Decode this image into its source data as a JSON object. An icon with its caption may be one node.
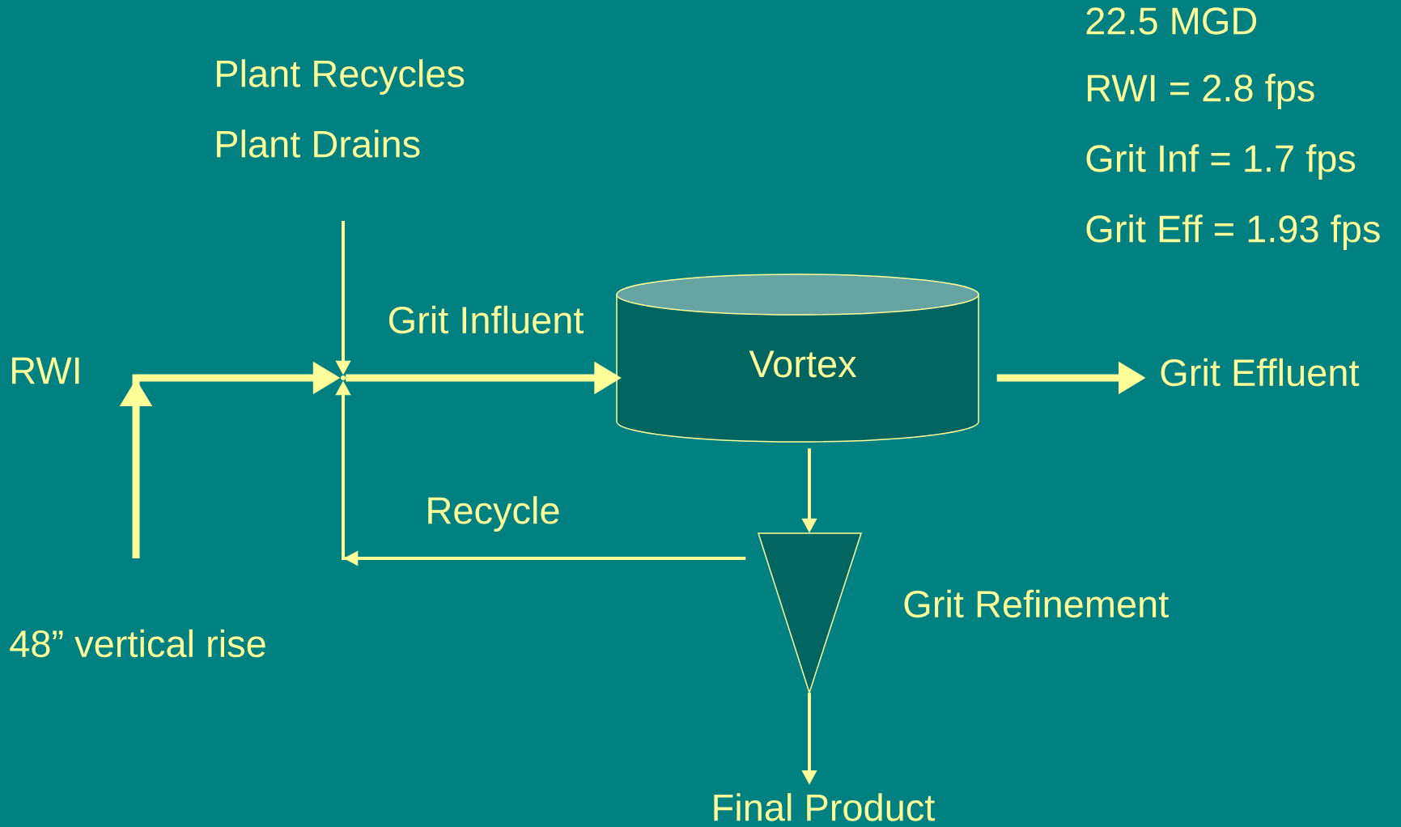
{
  "diagram": {
    "nodes": [
      {
        "text": [
          "Plant Recycles",
          "Plant Drains"
        ]
      },
      {
        "text": [],
        "shape": "point"
      },
      {
        "text": [
          "Vortex"
        ]
      },
      {
        "text": [
          "Grit Effluent"
        ]
      },
      {
        "text": [],
        "shape": "triangle",
        "beside": [
          "Grit Refinement"
        ]
      },
      {
        "text": [
          "Final Product"
        ]
      }
    ],
    "edges": [
      {
        "from": null,
        "to": 1,
        "arrow": "to",
        "style": "thick"
      },
      {
        "from": 0,
        "to": 1,
        "arrow": "to"
      },
      {
        "from": 1,
        "to": 2,
        "arrow": "to",
        "style": "thick",
        "label": "Grit Influent"
      },
      {
        "from": 2,
        "to": 3,
        "arrow": "to",
        "style": "thick"
      },
      {
        "from": 2,
        "to": 4,
        "arrow": "to"
      },
      {
        "from": 4,
        "to": 1,
        "arrow": "to",
        "label": "Recycle"
      },
      {
        "from": 4,
        "to": 5,
        "arrow": "to"
      }
    ],
    "labels": [
      "22.5 MGD",
      "RWI = 2.8 fps",
      "Grit Inf = 1.7 fps",
      "Grit Eff = 1.93 fps",
      "RWI",
      "48” vertical rise"
    ]
  }
}
